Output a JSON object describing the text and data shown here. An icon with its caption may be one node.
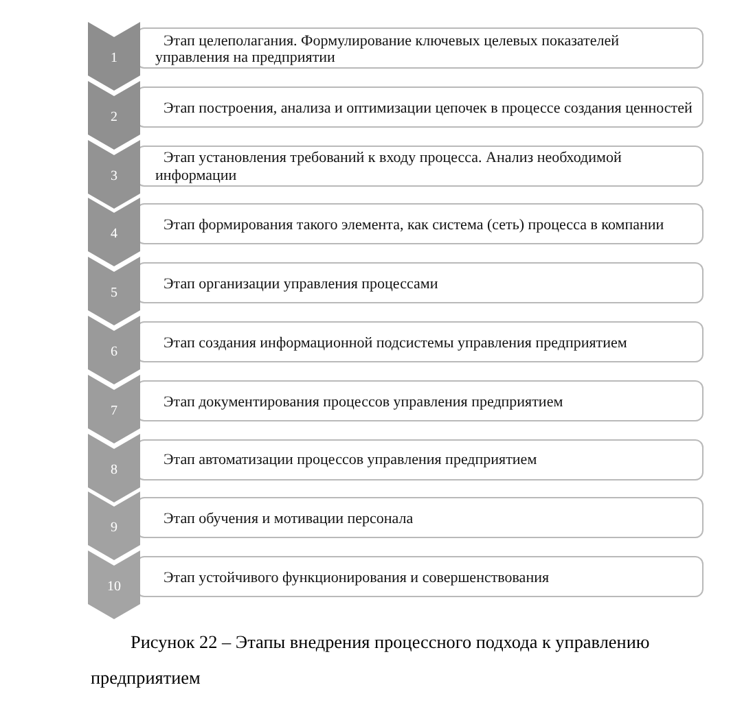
{
  "diagram": {
    "caption": "Рисунок 22 – Этапы внедрения процессного подхода к управлению предприятием",
    "nodes": [
      {
        "text": [
          "1"
        ]
      },
      {
        "text": [
          "Этап целеполагания. Формулирование ключевых целевых показателей управления на предприятии"
        ]
      },
      {
        "text": [
          "2"
        ]
      },
      {
        "text": [
          "Этап построения, анализа и оптимизации цепочек в процессе создания ценностей"
        ]
      },
      {
        "text": [
          "3"
        ]
      },
      {
        "text": [
          "Этап установления требований к входу процесса. Анализ необходимой информации"
        ]
      },
      {
        "text": [
          "4"
        ]
      },
      {
        "text": [
          "Этап формирования такого элемента, как система (сеть) процесса в компании"
        ]
      },
      {
        "text": [
          "5"
        ]
      },
      {
        "text": [
          "Этап организации управления процессами"
        ]
      },
      {
        "text": [
          "6"
        ]
      },
      {
        "text": [
          "Этап создания информационной подсистемы управления предприятием"
        ]
      },
      {
        "text": [
          "7"
        ]
      },
      {
        "text": [
          "Этап документирования процессов управления предприятием"
        ]
      },
      {
        "text": [
          "8"
        ]
      },
      {
        "text": [
          "Этап автоматизации процессов управления предприятием"
        ]
      },
      {
        "text": [
          "9"
        ]
      },
      {
        "text": [
          "Этап обучения и мотивации персонала"
        ]
      },
      {
        "text": [
          "10"
        ]
      },
      {
        "text": [
          "Этап устойчивого функционирования и совершенствования"
        ]
      }
    ]
  }
}
